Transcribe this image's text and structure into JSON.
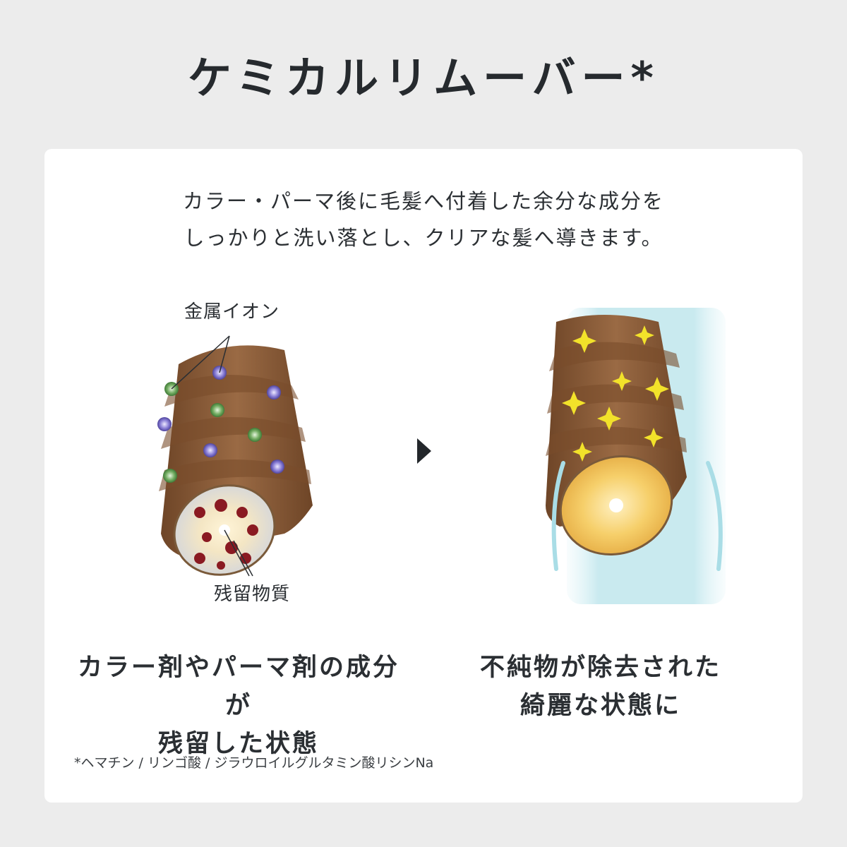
{
  "title": "ケミカルリムーバー*",
  "intro": {
    "line1": "カラー・パーマ後に毛髪へ付着した余分な成分を",
    "line2": "しっかりと洗い落とし、クリアな髪へ導きます。"
  },
  "left_figure": {
    "label_top": "金属イオン",
    "label_bottom": "残留物質",
    "caption_line1": "カラー剤やパーマ剤の成分が",
    "caption_line2": "残留した状態"
  },
  "right_figure": {
    "caption_line1": "不純物が除去された",
    "caption_line2": "綺麗な状態に"
  },
  "footnote": "*ヘマチン / リンゴ酸 / ジラウロイルグルタミン酸リシンNa",
  "colors": {
    "background": "#ececec",
    "card": "#ffffff",
    "hair_brown": "#8a5a35",
    "metal_ion_green": "#5f9a4f",
    "metal_ion_purple": "#7a6ec9",
    "residue_red": "#8a1a22",
    "sparkle_yellow": "#f2e22a",
    "clean_glow": "#bfe6ec"
  }
}
